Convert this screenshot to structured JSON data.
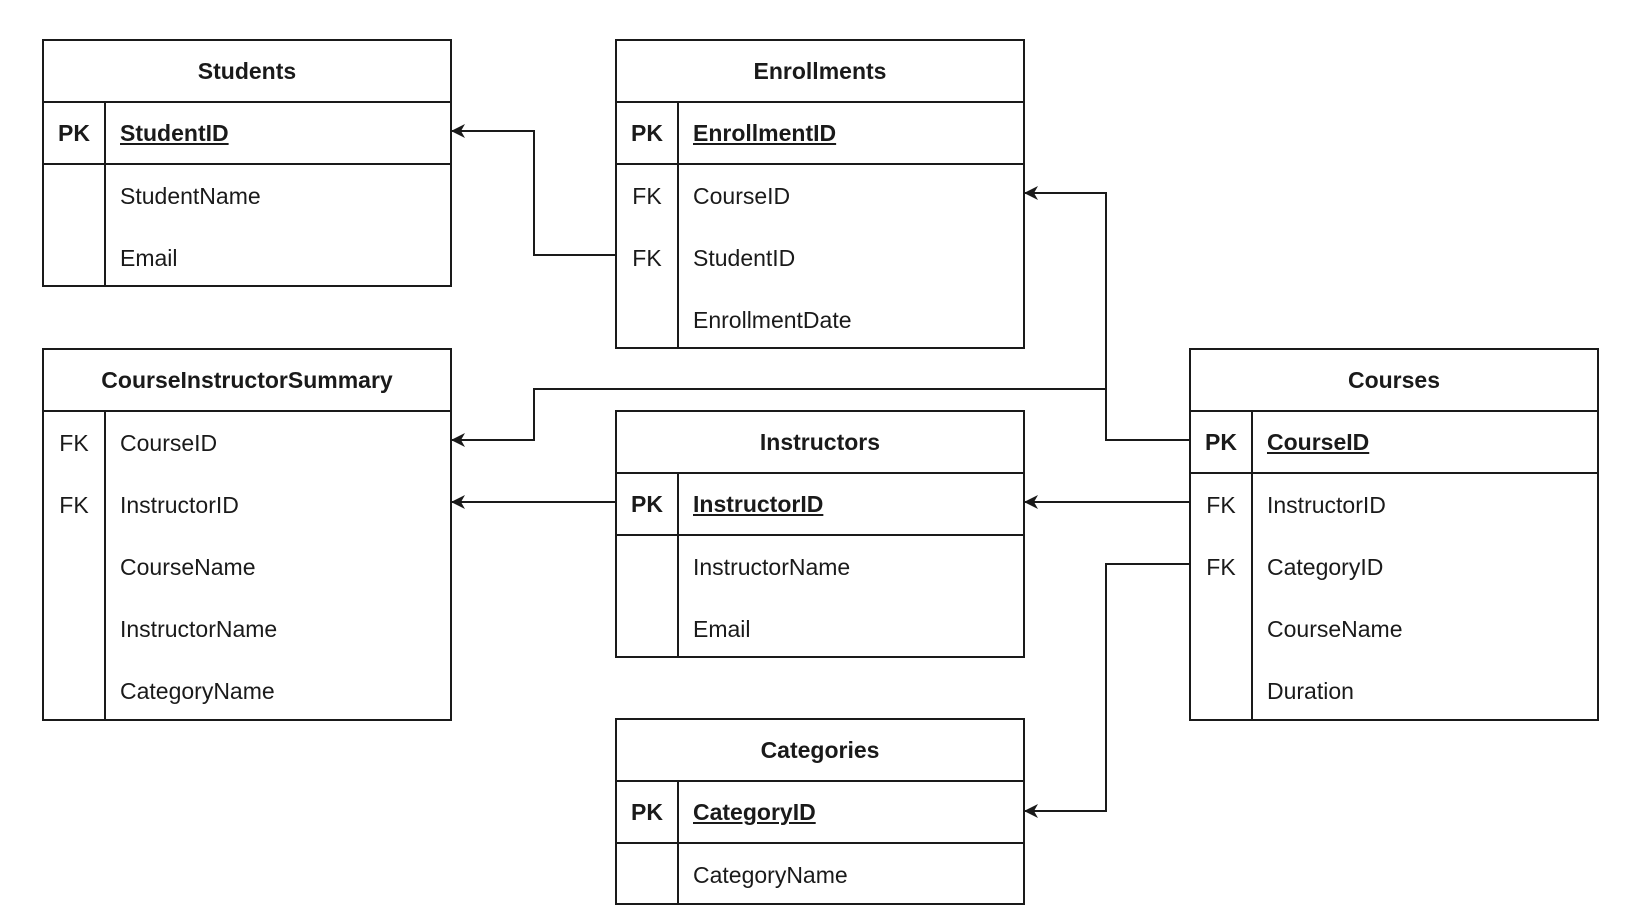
{
  "tables": {
    "students": {
      "title": "Students",
      "pk": {
        "key": "PK",
        "name": "StudentID"
      },
      "fields": [
        {
          "key": "",
          "name": "StudentName"
        },
        {
          "key": "",
          "name": "Email"
        }
      ]
    },
    "enrollments": {
      "title": "Enrollments",
      "pk": {
        "key": "PK",
        "name": "EnrollmentID"
      },
      "fields": [
        {
          "key": "FK",
          "name": "CourseID"
        },
        {
          "key": "FK",
          "name": "StudentID"
        },
        {
          "key": "",
          "name": "EnrollmentDate"
        }
      ]
    },
    "summary": {
      "title": "CourseInstructorSummary",
      "fields": [
        {
          "key": "FK",
          "name": "CourseID"
        },
        {
          "key": "FK",
          "name": "InstructorID"
        },
        {
          "key": "",
          "name": "CourseName"
        },
        {
          "key": "",
          "name": "InstructorName"
        },
        {
          "key": "",
          "name": "CategoryName"
        }
      ]
    },
    "instructors": {
      "title": "Instructors",
      "pk": {
        "key": "PK",
        "name": "InstructorID"
      },
      "fields": [
        {
          "key": "",
          "name": "InstructorName"
        },
        {
          "key": "",
          "name": "Email"
        }
      ]
    },
    "courses": {
      "title": "Courses",
      "pk": {
        "key": "PK",
        "name": "CourseID"
      },
      "fields": [
        {
          "key": "FK",
          "name": "InstructorID"
        },
        {
          "key": "FK",
          "name": "CategoryID"
        },
        {
          "key": "",
          "name": "CourseName"
        },
        {
          "key": "",
          "name": "Duration"
        }
      ]
    },
    "categories": {
      "title": "Categories",
      "pk": {
        "key": "PK",
        "name": "CategoryID"
      },
      "fields": [
        {
          "key": "",
          "name": "CategoryName"
        }
      ]
    }
  },
  "relationships": [
    {
      "from": "Enrollments.StudentID",
      "to": "Students.StudentID"
    },
    {
      "from": "Courses.CourseID",
      "to": "Enrollments.CourseID"
    },
    {
      "from": "Courses.CourseID",
      "to": "CourseInstructorSummary.CourseID"
    },
    {
      "from": "Instructors.InstructorID",
      "to": "CourseInstructorSummary.InstructorID"
    },
    {
      "from": "Courses.InstructorID",
      "to": "Instructors.InstructorID"
    },
    {
      "from": "Courses.CategoryID",
      "to": "Categories.CategoryID"
    }
  ],
  "colors": {
    "line": "#1a1a1a",
    "background": "#ffffff"
  }
}
